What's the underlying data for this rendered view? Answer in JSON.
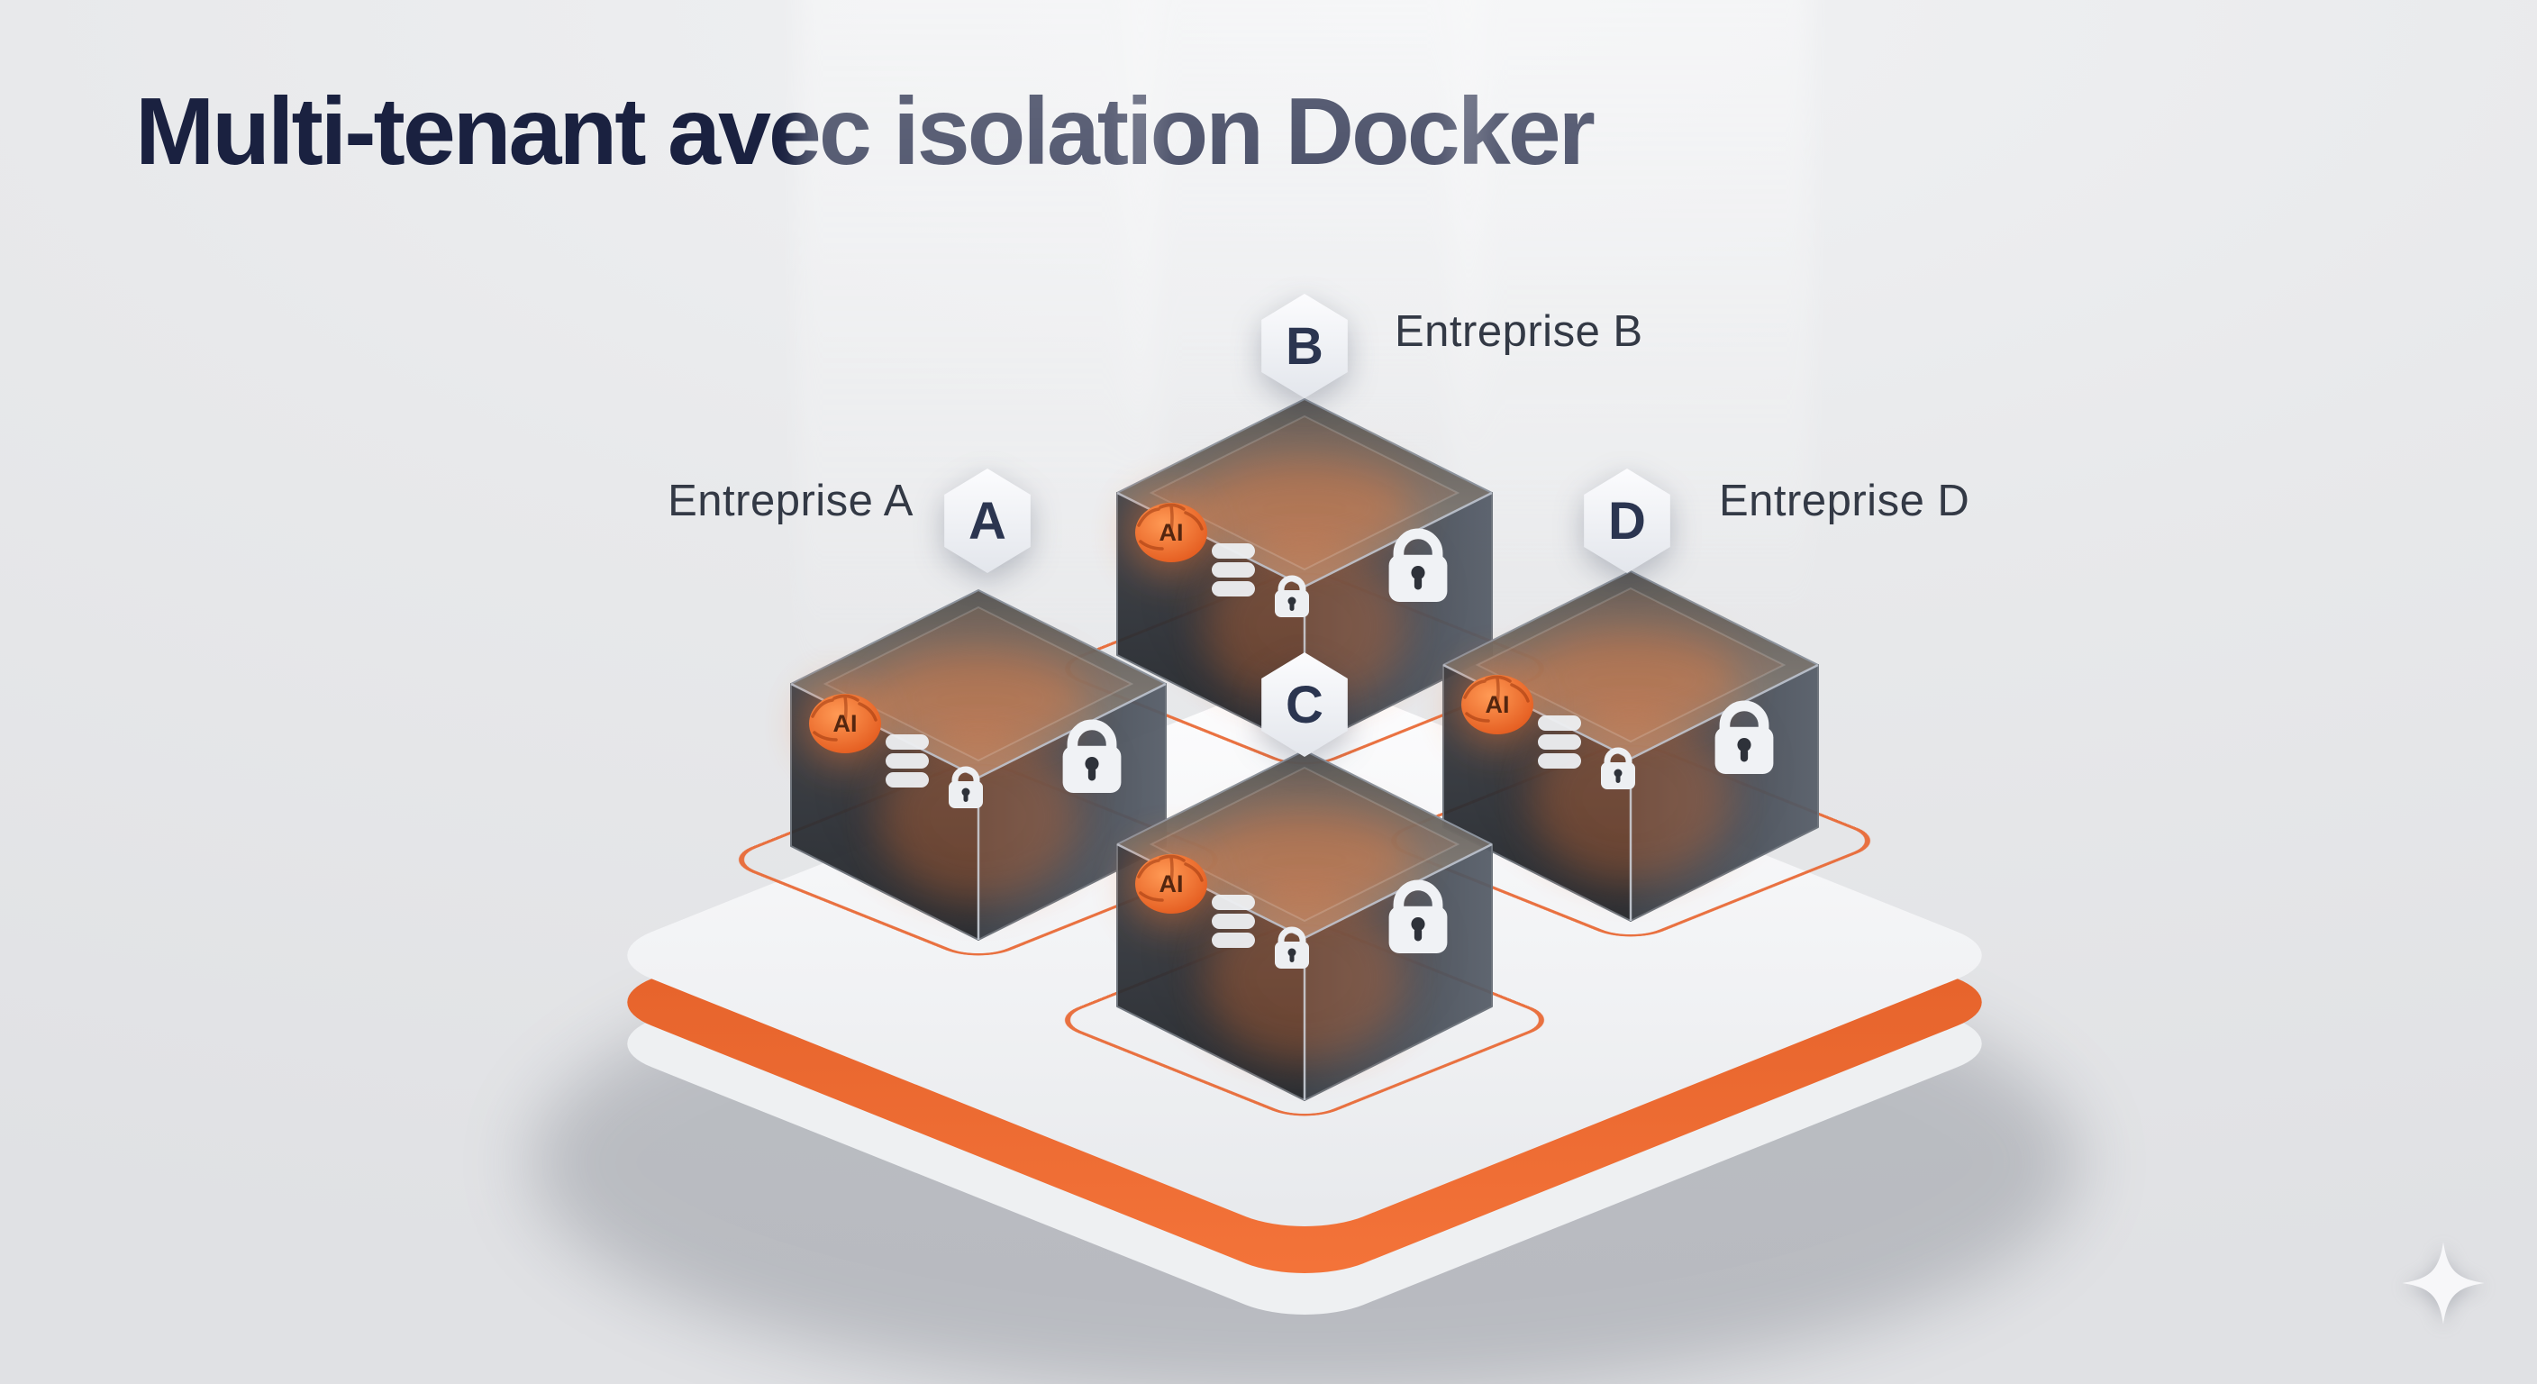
{
  "title": "Multi-tenant avec isolation Docker",
  "ai_label": "AI",
  "tenants": [
    {
      "badge": "A",
      "label": "Entreprise A"
    },
    {
      "badge": "B",
      "label": "Entreprise B"
    },
    {
      "badge": "C",
      "label": ""
    },
    {
      "badge": "D",
      "label": "Entreprise D"
    }
  ],
  "colors": {
    "accent_orange": "#E8622C",
    "title_navy": "#1A2140",
    "badge_text": "#2B3550",
    "background": "#E8E9EB",
    "cube_dark": "#24272C"
  },
  "icons": {
    "per_cube": [
      "ai-brain-icon",
      "database-icon",
      "lock-small-icon",
      "lock-large-icon"
    ],
    "corner": "sparkle-icon"
  }
}
